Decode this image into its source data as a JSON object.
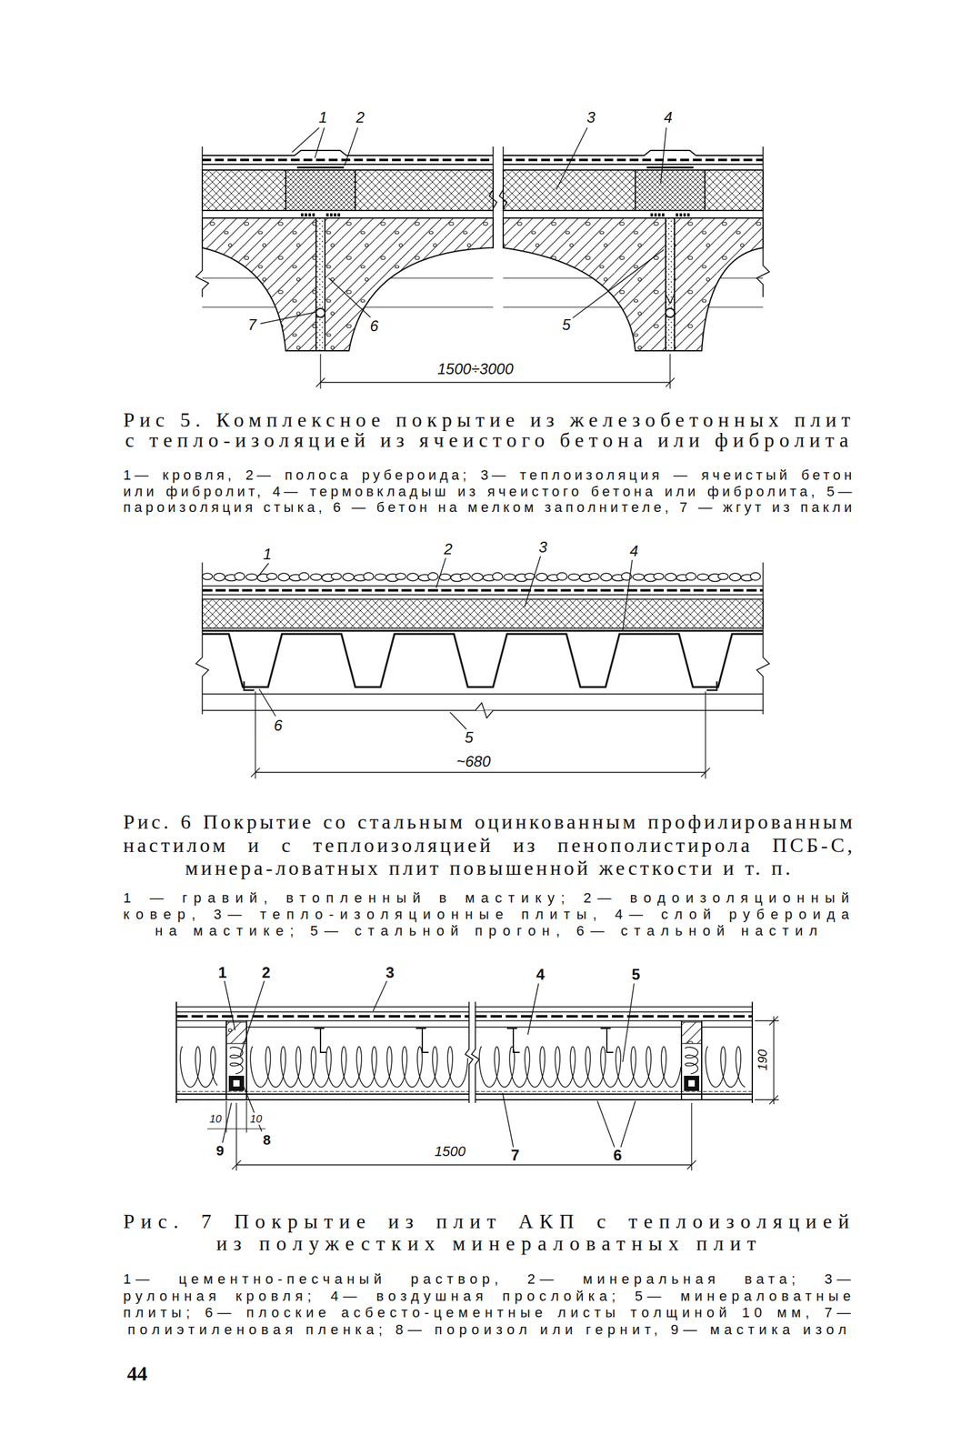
{
  "diagram": {
    "labels": [
      "1",
      "2",
      "3",
      "4",
      "7",
      "6",
      "5",
      "1500÷3000",
      "Рис 5. Комплексное покрытие из железобетонных плит с тепло-изоляцией из ячеистого бетона или фибролита",
      "1— кровля, 2— полоса рубероида; 3— теплоизоляция — ячеистый бетон или фибролит, 4— термовкладыш из ячеистого бетона или фибролита, 5— пароизоляция стыка, 6 — бетон на мелком заполнителе, 7 — жгут из пакли",
      "1",
      "2",
      "3",
      "4",
      "6",
      "5",
      "~680",
      "Рис. 6 Покрытие со стальным оцинкованным профилированным настилом и с теплоизоляцией из пенополистирола ПСБ-С, минера-ловатных плит повышенной жесткости и т. п.",
      "1 — гравий, втопленный в мастику; 2— водоизоляционный ковер, 3— тепло-изоляционные плиты, 4— слой рубероида на мастике; 5— стальной прогон, 6— стальной настил",
      "1",
      "2",
      "3",
      "4",
      "5",
      "190",
      "10",
      "10",
      "8",
      "9",
      "7",
      "6",
      "1500",
      "Рис. 7 Покрытие из плит АКП с теплоизоляцией из полужестких минераловатных плит",
      "1— цементно-песчаный раствор, 2— минеральная вата; 3— рулонная кровля; 4— воздушная прослойка; 5— минераловатные плиты; 6— плоские асбесто-цементные листы толщиной 10 мм, 7— полиэтиленовая пленка; 8— пороизол или гернит, 9— мастика изол",
      "44"
    ]
  }
}
